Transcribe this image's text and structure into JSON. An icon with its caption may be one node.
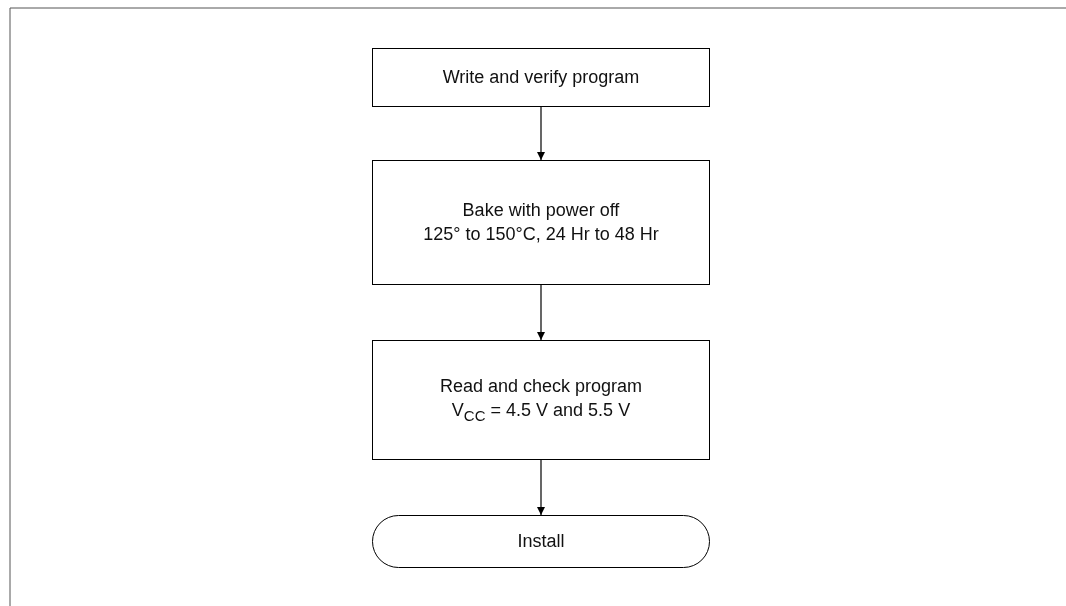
{
  "diagram": {
    "nodes": [
      {
        "text": [
          "Write and verify program"
        ]
      },
      {
        "text": [
          "Bake with power off",
          "125° to 150°C, 24 Hr to 48 Hr"
        ]
      },
      {
        "text": [
          "Read and check program",
          "V$_{CC}$ = 4.5 V and 5.5 V"
        ]
      },
      {
        "text": [
          "Install"
        ]
      }
    ],
    "edges": [
      {
        "from": 0,
        "to": 1,
        "arrow": "to"
      },
      {
        "from": 1,
        "to": 2,
        "arrow": "to"
      },
      {
        "from": 2,
        "to": 3,
        "arrow": "to"
      }
    ]
  }
}
